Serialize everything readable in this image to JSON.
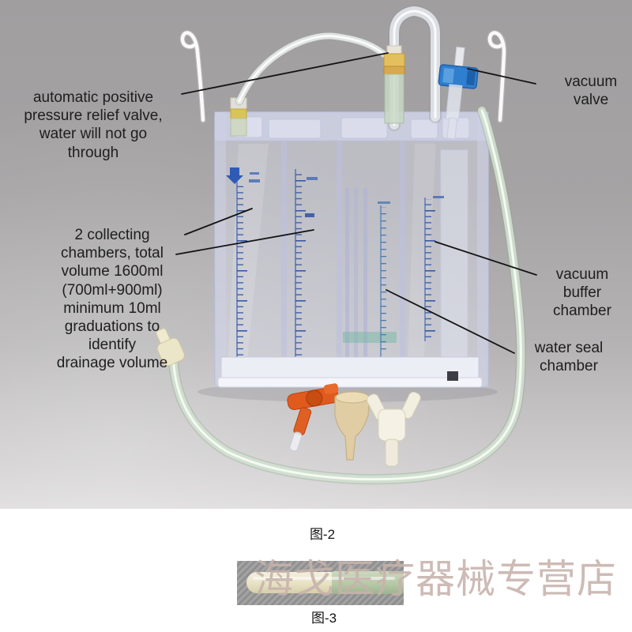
{
  "figure2": {
    "caption": "图-2",
    "annotations": {
      "relief_valve": "automatic positive\npressure relief valve,\nwater will not go\nthrough",
      "collecting_chambers": "2 collecting\nchambers, total\nvolume 1600ml\n(700ml+900ml)\nminimum 10ml\ngraduations to\nidentify\ndrainage volume",
      "vacuum_valve": "vacuum\nvalve",
      "vacuum_buffer": "vacuum\nbuffer\nchamber",
      "water_seal": "water seal\nchamber"
    }
  },
  "figure3": {
    "caption": "图-3"
  },
  "watermark": {
    "text": "海戈医疗器械专营店",
    "color_hex": "#c6b2ac"
  },
  "colors": {
    "photo_background": "#a8a6a7",
    "scale_blue": "#3f63b0",
    "vacuum_valve_blue": "#2f7fd0",
    "tube_green": "#d4e4d2",
    "clamp_orange": "#e05a1e",
    "funnel_cream": "#e0cda4",
    "annotation_text": "#1e1e1e"
  }
}
